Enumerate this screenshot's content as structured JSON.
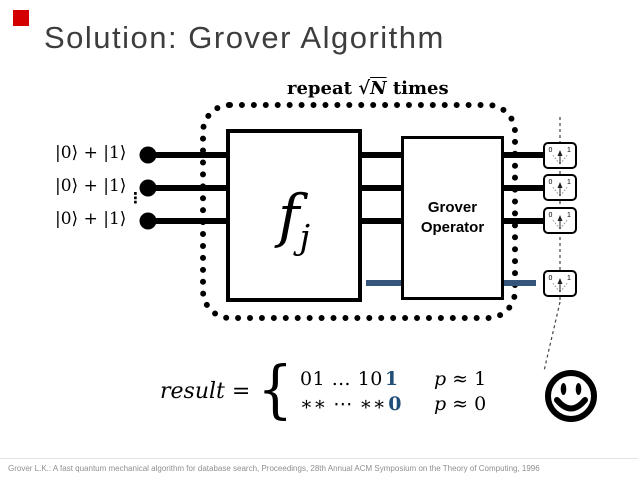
{
  "title": "Solution: Grover Algorithm",
  "repeat": {
    "pre": "repeat",
    "sqrt": "√",
    "n": "N",
    "post": "times"
  },
  "qubits": {
    "labels": [
      "|0⟩ + |1⟩",
      "|0⟩ + |1⟩",
      "|0⟩ + |1⟩"
    ],
    "vdots": "⋮"
  },
  "fbox": {
    "f": "f",
    "sub": "j"
  },
  "grover": {
    "line1": "Grover",
    "line2": "Operator"
  },
  "meter": {
    "zero": "0",
    "one": "1"
  },
  "result": {
    "lhs": "result",
    "eq": "=",
    "brace": "{",
    "row1": {
      "main": "01 … 10",
      "bold": "1",
      "pvar": "p",
      "prel": "≈ 1"
    },
    "row2": {
      "main": "∗∗ ⋯ ∗∗",
      "bold": "0",
      "pvar": "p",
      "prel": "≈ 0"
    }
  },
  "footer": "Grover L.K.: A fast quantum mechanical algorithm for database search, Proceedings, 28th Annual ACM Symposium on the Theory of Computing, 1996",
  "icons": {
    "smiley": "smiley-face-icon",
    "meter": "measurement-dial-icon"
  },
  "colors": {
    "accent_red": "#d40000",
    "navy_digit": "#1f4e79",
    "wire_navy": "#35567a",
    "title_gray": "#3d3d3d",
    "footer_gray": "#8f8f8f"
  }
}
